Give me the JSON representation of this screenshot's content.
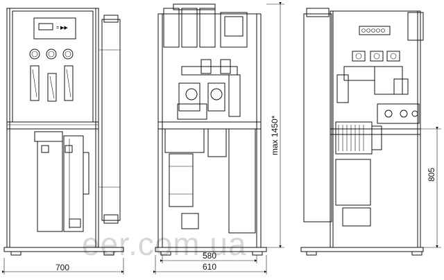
{
  "drawing": {
    "dimensions": {
      "front_width": "700",
      "side_inner_width": "580",
      "side_outer_width": "610",
      "max_height": "max 1450*",
      "frame_height": "805"
    },
    "front_panel": {
      "display_marks": "= ▶▶"
    },
    "watermark": "eer.com.ua"
  }
}
